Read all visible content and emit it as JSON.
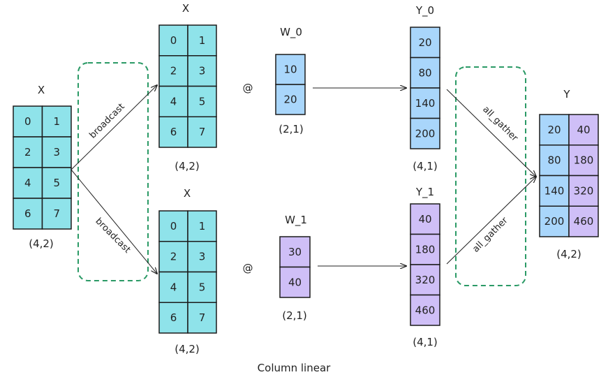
{
  "colors": {
    "cyan": "#8fe3ea",
    "blue": "#a9d6fb",
    "purple": "#cfbff7",
    "border": "#1b1b1b",
    "dash": "#2b9a66"
  },
  "x_input": {
    "title": "X",
    "shape": "(4,2)",
    "rows": [
      [
        "0",
        "1"
      ],
      [
        "2",
        "3"
      ],
      [
        "4",
        "5"
      ],
      [
        "6",
        "7"
      ]
    ]
  },
  "x_top": {
    "title": "X",
    "shape": "(4,2)",
    "rows": [
      [
        "0",
        "1"
      ],
      [
        "2",
        "3"
      ],
      [
        "4",
        "5"
      ],
      [
        "6",
        "7"
      ]
    ]
  },
  "x_bottom": {
    "title": "X",
    "shape": "(4,2)",
    "rows": [
      [
        "0",
        "1"
      ],
      [
        "2",
        "3"
      ],
      [
        "4",
        "5"
      ],
      [
        "6",
        "7"
      ]
    ]
  },
  "w0": {
    "title": "W_0",
    "shape": "(2,1)",
    "rows": [
      [
        "10"
      ],
      [
        "20"
      ]
    ]
  },
  "w1": {
    "title": "W_1",
    "shape": "(2,1)",
    "rows": [
      [
        "30"
      ],
      [
        "40"
      ]
    ]
  },
  "y0": {
    "title": "Y_0",
    "shape": "(4,1)",
    "rows": [
      [
        "20"
      ],
      [
        "80"
      ],
      [
        "140"
      ],
      [
        "200"
      ]
    ]
  },
  "y1": {
    "title": "Y_1",
    "shape": "(4,1)",
    "rows": [
      [
        "40"
      ],
      [
        "180"
      ],
      [
        "320"
      ],
      [
        "460"
      ]
    ]
  },
  "y_out": {
    "title": "Y",
    "shape": "(4,2)",
    "rows": [
      [
        "20",
        "40"
      ],
      [
        "80",
        "180"
      ],
      [
        "140",
        "320"
      ],
      [
        "200",
        "460"
      ]
    ]
  },
  "ops": {
    "matmul_top": "@",
    "matmul_bottom": "@",
    "broadcast_top": "broadcast",
    "broadcast_bottom": "broadcast",
    "gather_top": "all_gather",
    "gather_bottom": "all_gather"
  },
  "caption": "Column linear"
}
